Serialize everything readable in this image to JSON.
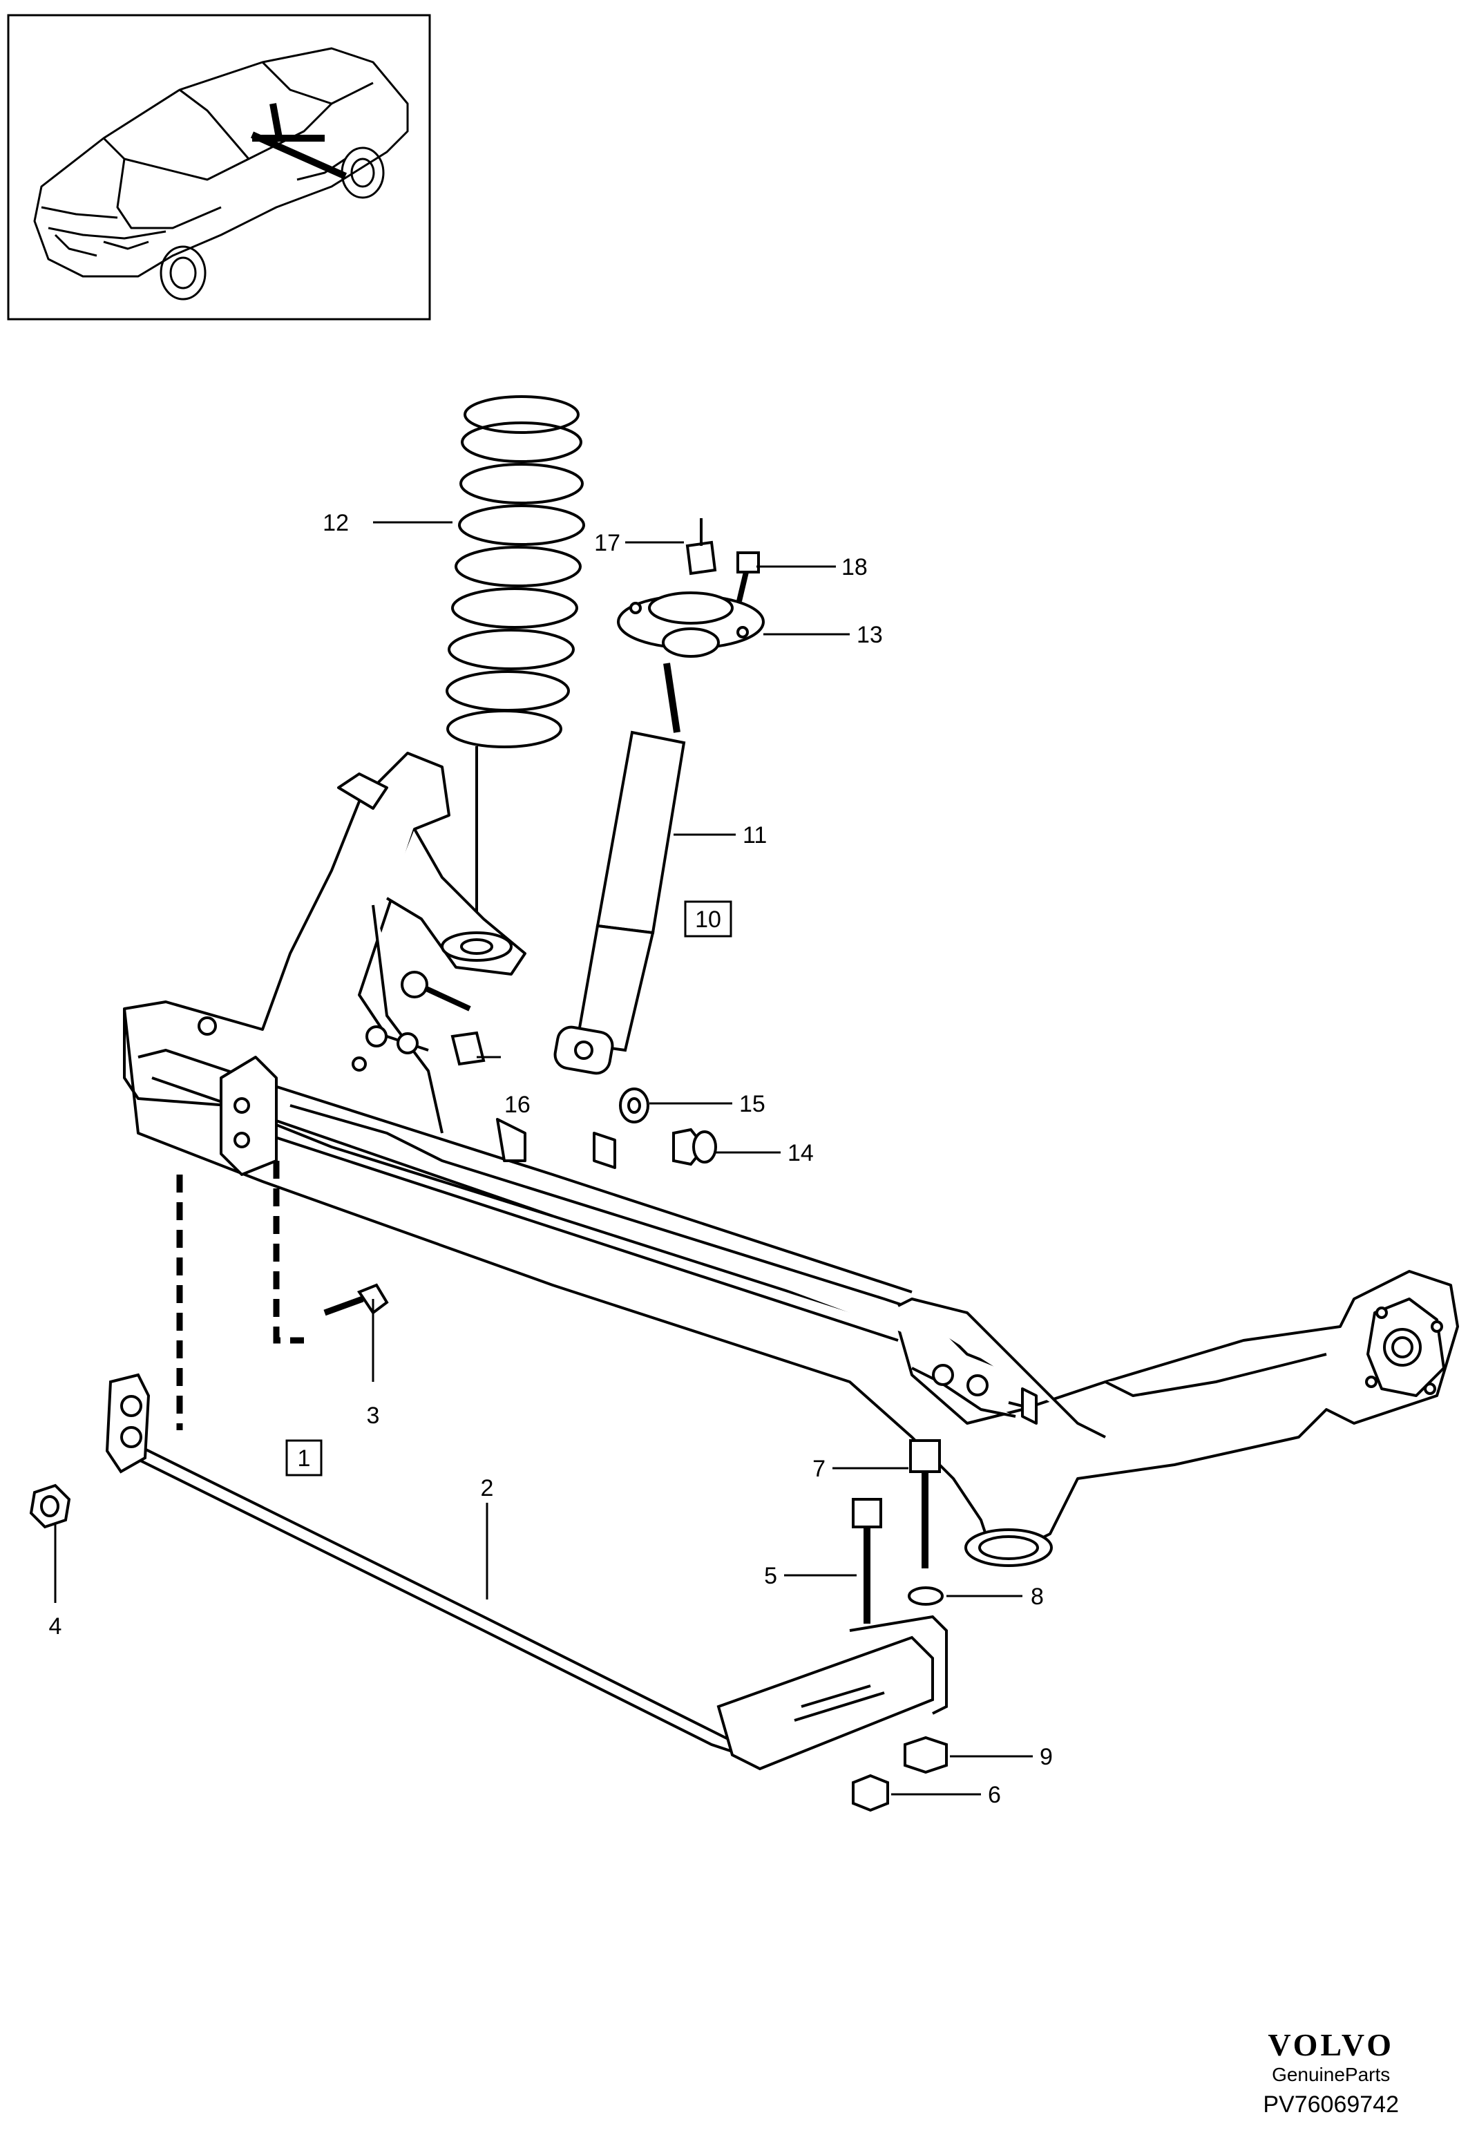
{
  "callouts": [
    {
      "id": "c1",
      "text": "1"
    },
    {
      "id": "c2",
      "text": "2"
    },
    {
      "id": "c3",
      "text": "3"
    },
    {
      "id": "c4",
      "text": "4"
    },
    {
      "id": "c5",
      "text": "5"
    },
    {
      "id": "c6",
      "text": "6"
    },
    {
      "id": "c7",
      "text": "7"
    },
    {
      "id": "c8",
      "text": "8"
    },
    {
      "id": "c9",
      "text": "9"
    },
    {
      "id": "c10",
      "text": "10"
    },
    {
      "id": "c11",
      "text": "11"
    },
    {
      "id": "c12",
      "text": "12"
    },
    {
      "id": "c13",
      "text": "13"
    },
    {
      "id": "c14",
      "text": "14"
    },
    {
      "id": "c15",
      "text": "15"
    },
    {
      "id": "c16",
      "text": "16"
    },
    {
      "id": "c17",
      "text": "17"
    },
    {
      "id": "c18",
      "text": "18"
    }
  ],
  "brand": {
    "logo": "VOLVO",
    "subtitle": "GenuineParts",
    "code": "PV76069742"
  }
}
